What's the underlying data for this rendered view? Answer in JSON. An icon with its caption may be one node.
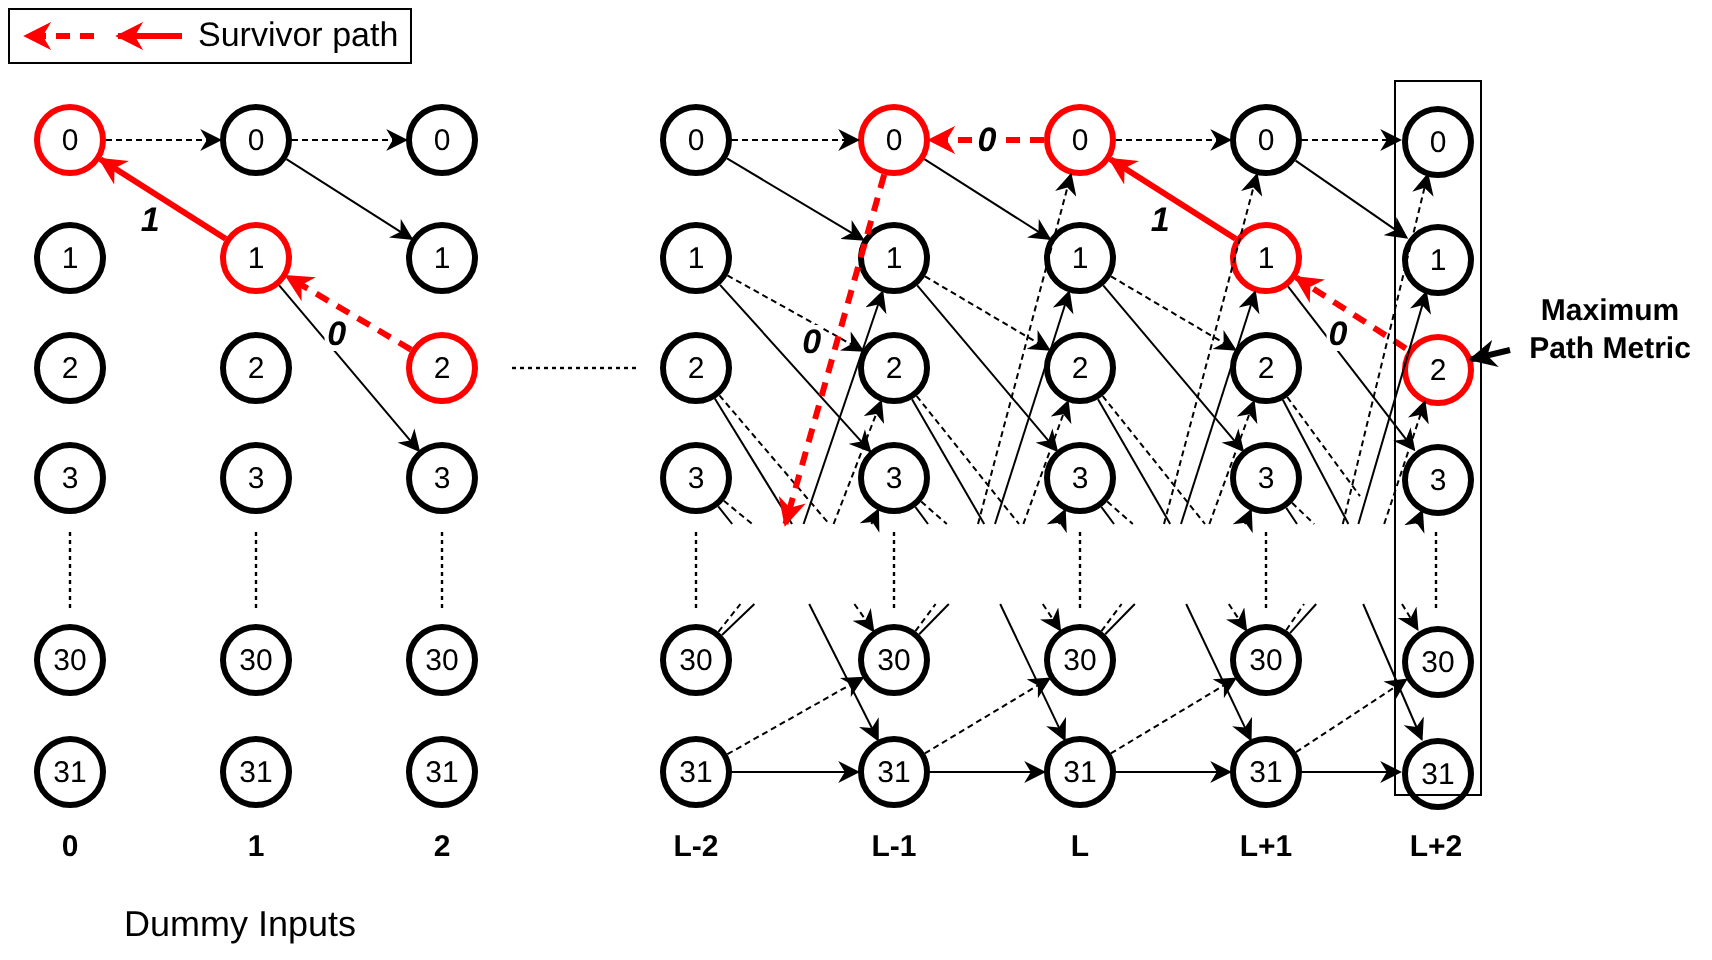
{
  "diagram": {
    "nodes": [
      {
        "text": [
          "0"
        ]
      },
      {
        "text": [
          "1"
        ]
      },
      {
        "text": [
          "2"
        ]
      },
      {
        "text": [
          "3"
        ]
      },
      {
        "text": [
          "30"
        ]
      },
      {
        "text": [
          "31"
        ]
      },
      {
        "text": [
          "0"
        ]
      },
      {
        "text": [
          "1"
        ]
      },
      {
        "text": [
          "2"
        ]
      },
      {
        "text": [
          "3"
        ]
      },
      {
        "text": [
          "30"
        ]
      },
      {
        "text": [
          "31"
        ]
      },
      {
        "text": [
          "0"
        ]
      },
      {
        "text": [
          "1"
        ]
      },
      {
        "text": [
          "2"
        ]
      },
      {
        "text": [
          "3"
        ]
      },
      {
        "text": [
          "30"
        ]
      },
      {
        "text": [
          "31"
        ]
      },
      {
        "text": [
          "0"
        ]
      },
      {
        "text": [
          "1"
        ]
      },
      {
        "text": [
          "2"
        ]
      },
      {
        "text": [
          "3"
        ]
      },
      {
        "text": [
          "30"
        ]
      },
      {
        "text": [
          "31"
        ]
      },
      {
        "text": [
          "0"
        ]
      },
      {
        "text": [
          "1"
        ]
      },
      {
        "text": [
          "2"
        ]
      },
      {
        "text": [
          "3"
        ]
      },
      {
        "text": [
          "30"
        ]
      },
      {
        "text": [
          "31"
        ]
      },
      {
        "text": [
          "0"
        ]
      },
      {
        "text": [
          "1"
        ]
      },
      {
        "text": [
          "2"
        ]
      },
      {
        "text": [
          "3"
        ]
      },
      {
        "text": [
          "30"
        ]
      },
      {
        "text": [
          "31"
        ]
      },
      {
        "text": [
          "0"
        ]
      },
      {
        "text": [
          "1"
        ]
      },
      {
        "text": [
          "2"
        ]
      },
      {
        "text": [
          "3"
        ]
      },
      {
        "text": [
          "30"
        ]
      },
      {
        "text": [
          "31"
        ]
      },
      {
        "text": [],
        "shape": "box"
      },
      {
        "text": [
          "0"
        ],
        "in": 42
      },
      {
        "text": [
          "1"
        ],
        "in": 42
      },
      {
        "text": [
          "2"
        ],
        "in": 42
      },
      {
        "text": [
          "3"
        ],
        "in": 42
      },
      {
        "text": [
          "30"
        ],
        "in": 42
      },
      {
        "text": [
          "31"
        ],
        "in": 42
      },
      {
        "text": [
          "Maximum Path Metric"
        ]
      }
    ],
    "edges": [
      {
        "from": 0,
        "to": 6,
        "arrow": "to",
        "style": "dashed"
      },
      {
        "from": 7,
        "to": 0,
        "arrow": "to",
        "label": "1",
        "style": "thick",
        "color": "#ff0000"
      },
      {
        "from": 6,
        "to": 12,
        "arrow": "to",
        "style": "dashed"
      },
      {
        "from": 6,
        "to": 13,
        "arrow": "to"
      },
      {
        "from": 7,
        "to": 15,
        "arrow": "to"
      },
      {
        "from": 14,
        "to": 7,
        "arrow": "to",
        "label": "0",
        "style": "dashed",
        "color": "#ff0000"
      },
      {
        "from": 18,
        "to": 24,
        "arrow": "to",
        "style": "dashed"
      },
      {
        "from": 18,
        "to": 25,
        "arrow": "to"
      },
      {
        "from": 19,
        "to": 26,
        "arrow": "to",
        "style": "dashed"
      },
      {
        "from": 19,
        "to": 27,
        "arrow": "to"
      },
      {
        "from": 20,
        "to": null,
        "arrow": "none",
        "style": "dashed"
      },
      {
        "from": 20,
        "to": null,
        "arrow": "none"
      },
      {
        "from": 21,
        "to": null,
        "arrow": "none",
        "style": "dashed"
      },
      {
        "from": 21,
        "to": null,
        "arrow": "none"
      },
      {
        "from": 22,
        "to": null,
        "arrow": "none",
        "style": "dashed"
      },
      {
        "from": 22,
        "to": null,
        "arrow": "none"
      },
      {
        "from": 24,
        "to": null,
        "arrow": "to",
        "label": "0",
        "style": "dashed",
        "color": "#ff0000"
      },
      {
        "from": null,
        "to": 25,
        "arrow": "to"
      },
      {
        "from": null,
        "to": 26,
        "arrow": "to",
        "style": "dashed"
      },
      {
        "from": null,
        "to": 27,
        "arrow": "to"
      },
      {
        "from": null,
        "to": 28,
        "arrow": "to",
        "style": "dashed"
      },
      {
        "from": null,
        "to": 29,
        "arrow": "to"
      },
      {
        "from": 23,
        "to": 28,
        "arrow": "to",
        "style": "dashed"
      },
      {
        "from": 23,
        "to": 29,
        "arrow": "to"
      },
      {
        "from": 30,
        "to": 24,
        "arrow": "to",
        "label": "0",
        "style": "dashed",
        "color": "#ff0000"
      },
      {
        "from": 24,
        "to": 31,
        "arrow": "to"
      },
      {
        "from": 25,
        "to": 32,
        "arrow": "to",
        "style": "dashed"
      },
      {
        "from": 25,
        "to": 33,
        "arrow": "to"
      },
      {
        "from": 26,
        "to": null,
        "arrow": "none",
        "style": "dashed"
      },
      {
        "from": 26,
        "to": null,
        "arrow": "none"
      },
      {
        "from": 27,
        "to": null,
        "arrow": "none",
        "style": "dashed"
      },
      {
        "from": 27,
        "to": null,
        "arrow": "none"
      },
      {
        "from": 28,
        "to": null,
        "arrow": "none",
        "style": "dashed"
      },
      {
        "from": 28,
        "to": null,
        "arrow": "none"
      },
      {
        "from": null,
        "to": 30,
        "arrow": "to",
        "style": "dashed"
      },
      {
        "from": null,
        "to": 31,
        "arrow": "to"
      },
      {
        "from": null,
        "to": 32,
        "arrow": "to",
        "style": "dashed"
      },
      {
        "from": null,
        "to": 33,
        "arrow": "to"
      },
      {
        "from": null,
        "to": 34,
        "arrow": "to",
        "style": "dashed"
      },
      {
        "from": null,
        "to": 35,
        "arrow": "to"
      },
      {
        "from": 29,
        "to": 34,
        "arrow": "to",
        "style": "dashed"
      },
      {
        "from": 29,
        "to": 35,
        "arrow": "to"
      },
      {
        "from": 30,
        "to": 36,
        "arrow": "to",
        "style": "dashed"
      },
      {
        "from": 37,
        "to": 30,
        "arrow": "to",
        "label": "1",
        "style": "thick",
        "color": "#ff0000"
      },
      {
        "from": 31,
        "to": 38,
        "arrow": "to",
        "style": "dashed"
      },
      {
        "from": 31,
        "to": 39,
        "arrow": "to"
      },
      {
        "from": 32,
        "to": null,
        "arrow": "none",
        "style": "dashed"
      },
      {
        "from": 32,
        "to": null,
        "arrow": "none"
      },
      {
        "from": 33,
        "to": null,
        "arrow": "none",
        "style": "dashed"
      },
      {
        "from": 33,
        "to": null,
        "arrow": "none"
      },
      {
        "from": 34,
        "to": null,
        "arrow": "none",
        "style": "dashed"
      },
      {
        "from": 34,
        "to": null,
        "arrow": "none"
      },
      {
        "from": null,
        "to": 36,
        "arrow": "to",
        "style": "dashed"
      },
      {
        "from": null,
        "to": 37,
        "arrow": "to"
      },
      {
        "from": null,
        "to": 38,
        "arrow": "to",
        "style": "dashed"
      },
      {
        "from": null,
        "to": 39,
        "arrow": "to"
      },
      {
        "from": null,
        "to": 40,
        "arrow": "to",
        "style": "dashed"
      },
      {
        "from": null,
        "to": 41,
        "arrow": "to"
      },
      {
        "from": 35,
        "to": 40,
        "arrow": "to",
        "style": "dashed"
      },
      {
        "from": 35,
        "to": 41,
        "arrow": "to"
      },
      {
        "from": 36,
        "to": 43,
        "arrow": "to",
        "style": "dashed"
      },
      {
        "from": 36,
        "to": 44,
        "arrow": "to"
      },
      {
        "from": 45,
        "to": 37,
        "arrow": "to",
        "label": "0",
        "style": "dashed",
        "color": "#ff0000"
      },
      {
        "from": 37,
        "to": 46,
        "arrow": "to"
      },
      {
        "from": 38,
        "to": null,
        "arrow": "none",
        "style": "dashed"
      },
      {
        "from": 38,
        "to": null,
        "arrow": "none"
      },
      {
        "from": 39,
        "to": null,
        "arrow": "none",
        "style": "dashed"
      },
      {
        "from": 39,
        "to": null,
        "arrow": "none"
      },
      {
        "from": 40,
        "to": null,
        "arrow": "none",
        "style": "dashed"
      },
      {
        "from": 40,
        "to": null,
        "arrow": "none"
      },
      {
        "from": null,
        "to": 43,
        "arrow": "to",
        "style": "dashed"
      },
      {
        "from": null,
        "to": 44,
        "arrow": "to"
      },
      {
        "from": null,
        "to": 45,
        "arrow": "to",
        "style": "dashed"
      },
      {
        "from": null,
        "to": 46,
        "arrow": "to"
      },
      {
        "from": null,
        "to": 47,
        "arrow": "to",
        "style": "dashed"
      },
      {
        "from": null,
        "to": 48,
        "arrow": "to"
      },
      {
        "from": 41,
        "to": 47,
        "arrow": "to",
        "style": "dashed"
      },
      {
        "from": 41,
        "to": 48,
        "arrow": "to"
      },
      {
        "from": 49,
        "to": 45,
        "arrow": "to",
        "style": "thick"
      }
    ],
    "labels": [
      "0",
      "1",
      "2",
      "L-2",
      "L-1",
      "L",
      "L+1",
      "L+2",
      "Dummy Inputs"
    ],
    "legend": [
      {
        "text": "Survivor path"
      }
    ]
  }
}
